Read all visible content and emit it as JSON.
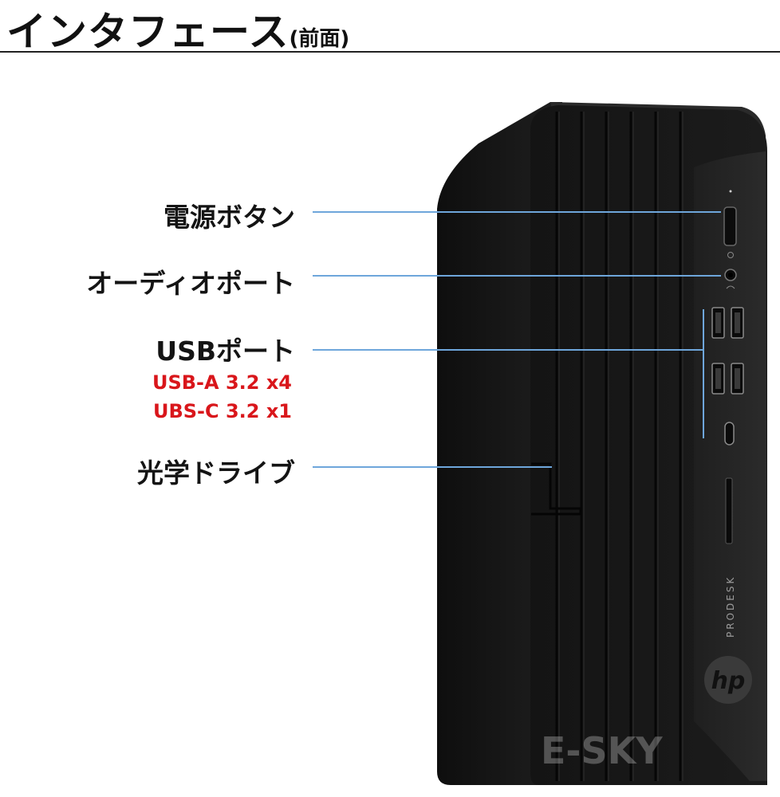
{
  "header": {
    "title": "インタフェース",
    "subtitle": "(前面)"
  },
  "callouts": {
    "power": "電源ボタン",
    "audio": "オーディオポート",
    "usb": "USBポート",
    "usb_a": "USB-A 3.2 x4",
    "usb_c": "UBS-C 3.2 x1",
    "optical": "光学ドライブ"
  },
  "device": {
    "model_text": "PRODESK",
    "brand_logo": "hp",
    "watermark": "E-SKY",
    "body_color": "#1b1b1b",
    "accent_color": "#6ea6db",
    "spec_color": "#d9161b"
  }
}
